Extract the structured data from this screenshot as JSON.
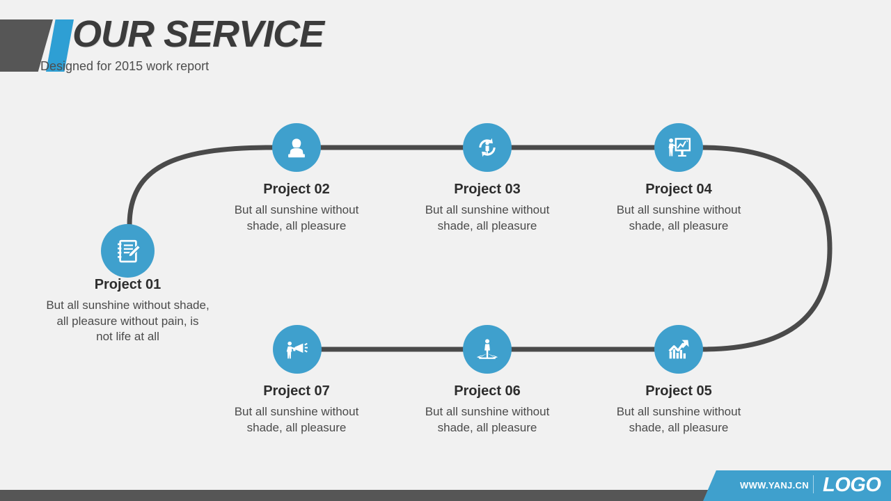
{
  "header": {
    "title": "OUR SERVICE",
    "subtitle": "Designed for 2015 work report",
    "accent_color": "#3fa0cd",
    "dark_color": "#565656"
  },
  "diagram": {
    "track_color": "#4a4a4a",
    "node_color": "#3fa0cd",
    "nodes": [
      {
        "id": "project-01",
        "title": "Project 01",
        "desc": "But all sunshine without shade,\nall pleasure without pain, is\nnot life at all",
        "icon": "notepad-pencil-icon"
      },
      {
        "id": "project-02",
        "title": "Project 02",
        "desc": "But all sunshine without\nshade, all pleasure",
        "icon": "person-desk-icon"
      },
      {
        "id": "project-03",
        "title": "Project 03",
        "desc": "But all sunshine without\nshade, all pleasure",
        "icon": "person-refresh-cycle-icon"
      },
      {
        "id": "project-04",
        "title": "Project 04",
        "desc": "But all sunshine without\nshade, all pleasure",
        "icon": "presenter-chart-board-icon"
      },
      {
        "id": "project-05",
        "title": "Project 05",
        "desc": "But all sunshine without\nshade, all pleasure",
        "icon": "growth-chart-arrow-icon"
      },
      {
        "id": "project-06",
        "title": "Project 06",
        "desc": "But all sunshine without\nshade, all pleasure",
        "icon": "businessman-arrows-icon"
      },
      {
        "id": "project-07",
        "title": "Project 07",
        "desc": "But all sunshine without\nshade, all pleasure",
        "icon": "person-megaphone-icon"
      }
    ]
  },
  "footer": {
    "url": "WWW.YANJ.CN",
    "logo": "LOGO"
  }
}
